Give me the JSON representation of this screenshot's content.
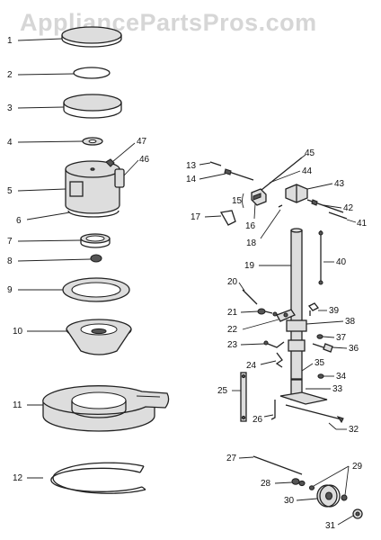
{
  "watermark": "AppliancePartsPros.com",
  "callouts": {
    "p1": "1",
    "p2": "2",
    "p3": "3",
    "p4": "4",
    "p5": "5",
    "p6": "6",
    "p7": "7",
    "p8": "8",
    "p9": "9",
    "p10": "10",
    "p11": "11",
    "p12": "12",
    "p13": "13",
    "p14": "14",
    "p15": "15",
    "p16": "16",
    "p17": "17",
    "p18": "18",
    "p19": "19",
    "p20": "20",
    "p21": "21",
    "p22": "22",
    "p23": "23",
    "p24": "24",
    "p25": "25",
    "p26": "26",
    "p27": "27",
    "p28": "28",
    "p29": "29",
    "p30": "30",
    "p31": "31",
    "p32": "32",
    "p33": "33",
    "p34": "34",
    "p35": "35",
    "p36": "36",
    "p37": "37",
    "p38": "38",
    "p39": "39",
    "p40": "40",
    "p41": "41",
    "p42": "42",
    "p43": "43",
    "p44": "44",
    "p45": "45",
    "p46": "46",
    "p47": "47"
  }
}
